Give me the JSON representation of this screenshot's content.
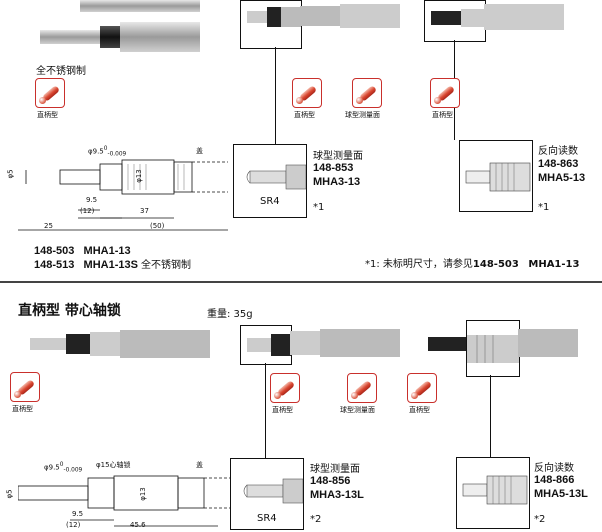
{
  "top_left": {
    "material_note": "全不锈钢制",
    "icon_label": "直柄型",
    "dims": {
      "phi_shank": "φ5",
      "phi_spindle": "φ9.5",
      "tol_upper": "0",
      "tol_lower": "-0.009",
      "phi_thimble": "φ13",
      "screw": "盖",
      "d1": "9.5",
      "d2": "(12)",
      "d3": "37",
      "d4": "25",
      "d5": "(50)"
    },
    "models": [
      {
        "code": "148-503",
        "name": "MHA1-13",
        "note": ""
      },
      {
        "code": "148-513",
        "name": "MHA1-13S",
        "note": "全不锈钢制"
      }
    ]
  },
  "top_mid": {
    "icon_labels": [
      "直柄型",
      "球型测量面"
    ],
    "variant_title": "球型测量面",
    "code": "148-853",
    "name": "MHA3-13",
    "tip_label": "SR4",
    "footnote_mark": "*1"
  },
  "top_right": {
    "icon_label": "直柄型",
    "variant_title": "反向读数",
    "code": "148-863",
    "name": "MHA5-13",
    "footnote_mark": "*1"
  },
  "footnote": {
    "prefix": "*1: 未标明尺寸，请参见",
    "code": "148-503",
    "name": "MHA1-13"
  },
  "bottom": {
    "section_title": "直柄型 带心轴锁",
    "weight": "重量: 35g",
    "icon_label": "直柄型",
    "dims": {
      "phi_shank": "φ5",
      "phi_spindle": "φ9.5",
      "tol_upper": "0",
      "tol_lower": "-0.009",
      "lock_label": "φ15心轴锁",
      "phi_thimble": "φ13",
      "screw": "盖",
      "d1": "9.5",
      "d2": "(12)",
      "d3": "45.6"
    },
    "mid": {
      "icon_labels": [
        "直柄型",
        "球型测量面"
      ],
      "variant_title": "球型测量面",
      "code": "148-856",
      "name": "MHA3-13L",
      "tip_label": "SR4",
      "footnote_mark": "*2"
    },
    "right": {
      "icon_label": "直柄型",
      "variant_title": "反向读数",
      "code": "148-866",
      "name": "MHA5-13L",
      "footnote_mark": "*2"
    }
  }
}
